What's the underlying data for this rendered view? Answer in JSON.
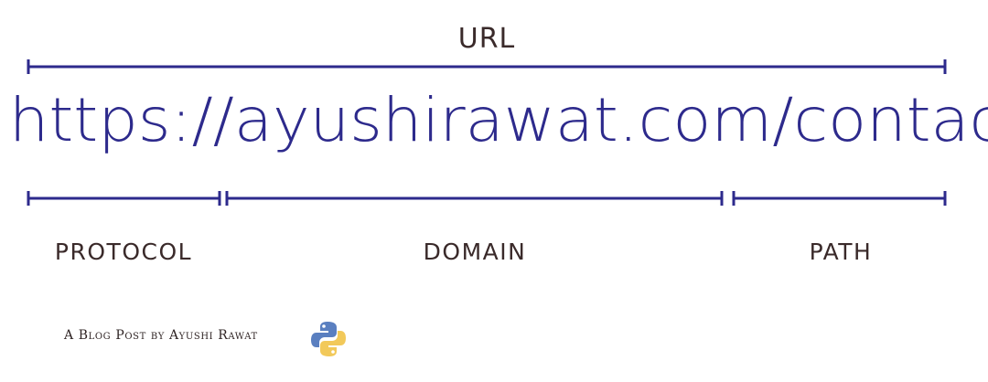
{
  "title": "URL",
  "url": "https://ayushirawat.com/contact",
  "parts": {
    "protocol": "PROTOCOL",
    "domain": "DOMAIN",
    "path": "PATH"
  },
  "footer": "A Blog Post by Ayushi Rawat",
  "colors": {
    "accent": "#2d2a8c",
    "text": "#3a2a2a",
    "python_blue": "#5a7fc0",
    "python_yellow": "#f2c95a"
  },
  "icons": {
    "logo": "python-logo-icon"
  }
}
